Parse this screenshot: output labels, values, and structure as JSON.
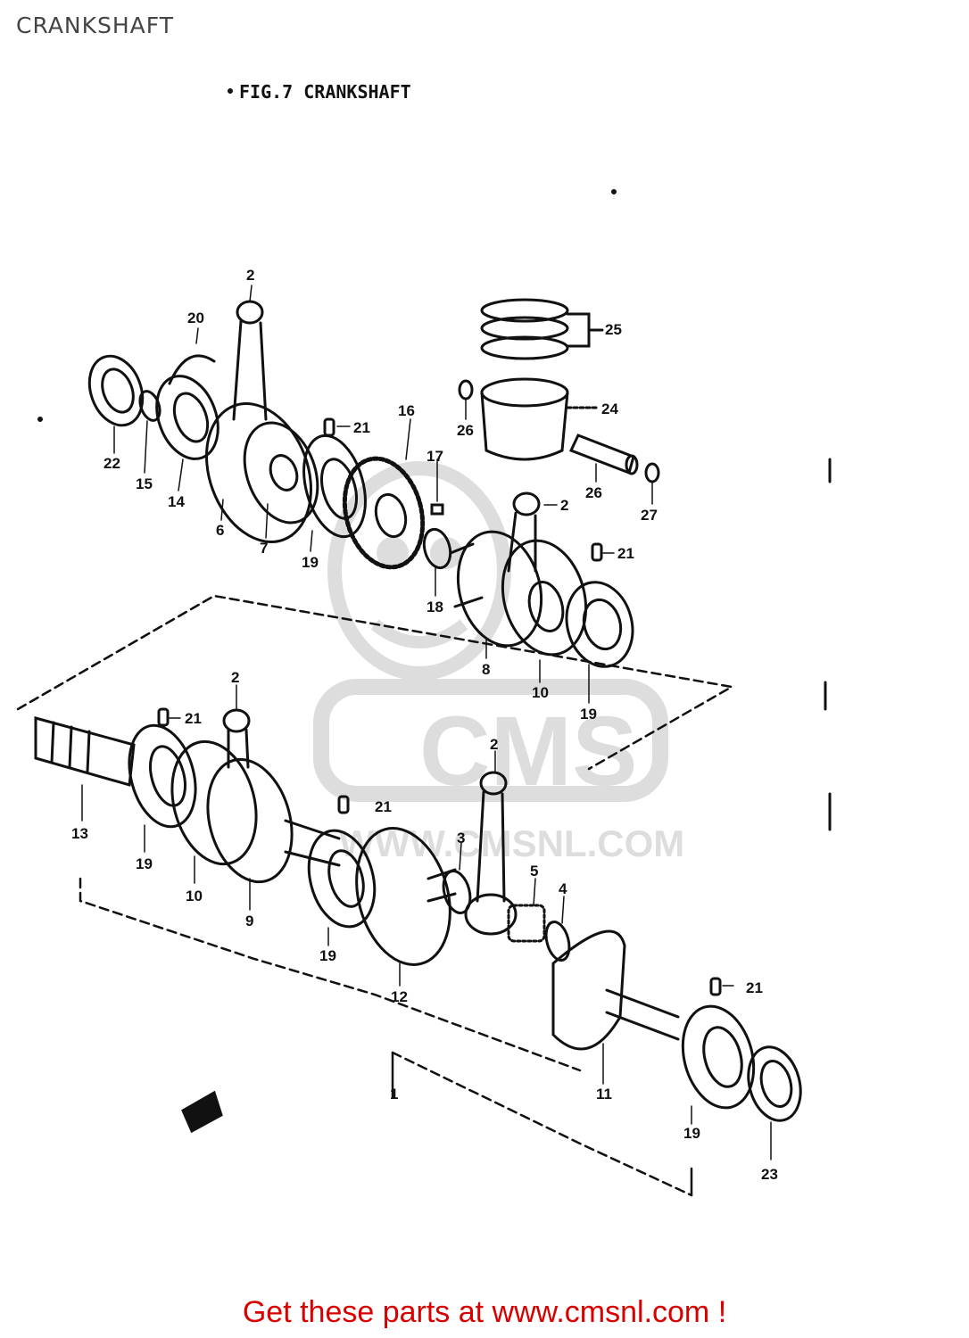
{
  "page": {
    "title": "CRANKSHAFT"
  },
  "figure": {
    "title": "FIG.7  CRANKSHAFT"
  },
  "watermark": {
    "brand": "CMS",
    "site": "WWW.CMSNL.COM"
  },
  "callouts": {
    "c2a": "2",
    "c20": "20",
    "c25": "25",
    "c24": "24",
    "c26a": "26",
    "c26b": "26",
    "c27": "27",
    "c16": "16",
    "c17": "17",
    "c21a": "21",
    "c22": "22",
    "c15": "15",
    "c14": "14",
    "c6": "6",
    "c7": "7",
    "c19a": "19",
    "c18": "18",
    "c2b": "2",
    "c21b": "21",
    "c8": "8",
    "c10a": "10",
    "c19b": "19",
    "c2c": "2",
    "c21c": "21",
    "c13": "13",
    "c19c": "19",
    "c10b": "10",
    "c9": "9",
    "c21d": "21",
    "c3": "3",
    "c2d": "2",
    "c5": "5",
    "c4": "4",
    "c19d": "19",
    "c12": "12",
    "c21e": "21",
    "c11": "11",
    "c1": "1",
    "c19e": "19",
    "c23": "23"
  },
  "footer": {
    "text": "Get these parts at www.cmsnl.com !"
  }
}
